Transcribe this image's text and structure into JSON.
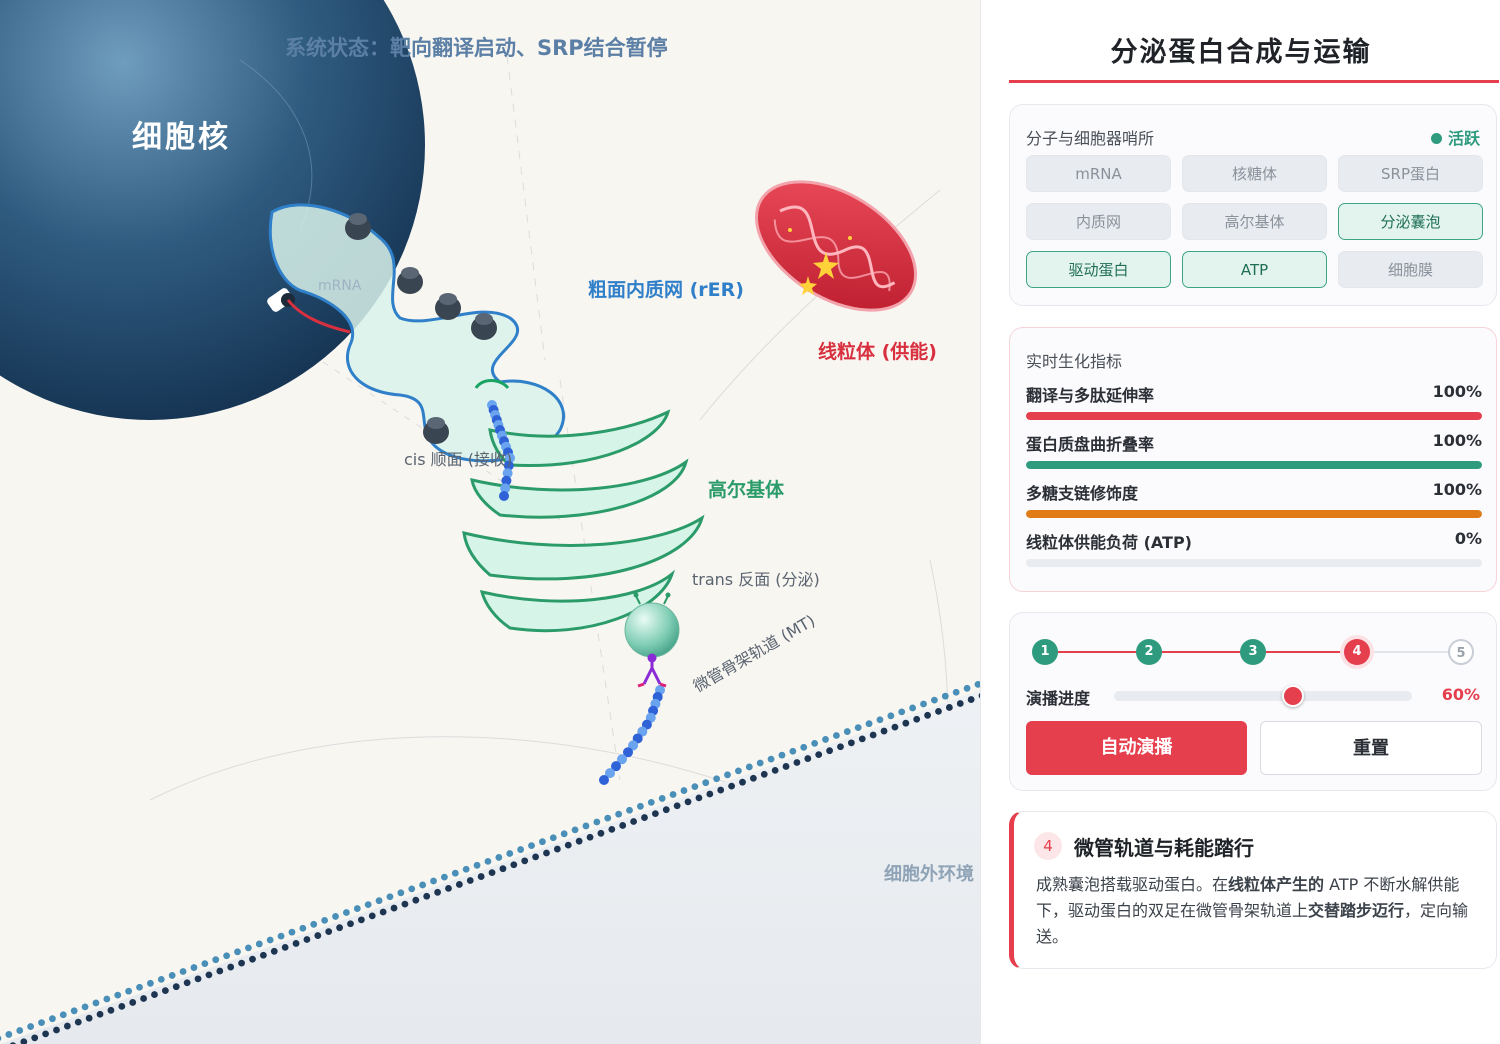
{
  "scene": {
    "system_status": "系统状态：靶向翻译启动、SRP结合暂停",
    "nucleus_label": "细胞核",
    "mrna_label": "mRNA",
    "rer_label": "粗面内质网 (rER)",
    "mito_label": "线粒体 (供能)",
    "golgi_label": "高尔基体",
    "cis_label": "cis 顺面 (接收)",
    "trans_label": "trans 反面 (分泌)",
    "mt_label": "微管骨架轨道 (MT)",
    "extracellular_label": "细胞外环境"
  },
  "panel": {
    "title": "分泌蛋白合成与运输",
    "sentinel": {
      "heading": "分子与细胞器哨所",
      "status": "活跃",
      "chips": [
        {
          "label": "mRNA",
          "active": false
        },
        {
          "label": "核糖体",
          "active": false
        },
        {
          "label": "SRP蛋白",
          "active": false
        },
        {
          "label": "内质网",
          "active": false
        },
        {
          "label": "高尔基体",
          "active": false
        },
        {
          "label": "分泌囊泡",
          "active": true
        },
        {
          "label": "驱动蛋白",
          "active": true
        },
        {
          "label": "ATP",
          "active": true
        },
        {
          "label": "细胞膜",
          "active": false
        }
      ]
    },
    "metrics": {
      "heading": "实时生化指标",
      "items": [
        {
          "name": "翻译与多肽延伸率",
          "value": "100%",
          "level": 1.0,
          "color": "#e53e4c"
        },
        {
          "name": "蛋白质盘曲折叠率",
          "value": "100%",
          "level": 1.0,
          "color": "#2e9b7e"
        },
        {
          "name": "多糖支链修饰度",
          "value": "100%",
          "level": 1.0,
          "color": "#e07b17"
        },
        {
          "name": "线粒体供能负荷 (ATP)",
          "value": "0%",
          "level": 0.0,
          "color": "#e53e4c"
        }
      ]
    },
    "playback": {
      "steps": [
        "1",
        "2",
        "3",
        "4",
        "5"
      ],
      "current_step": 4,
      "progress_label": "演播进度",
      "progress_value": "60%",
      "progress_level": 0.6,
      "auto_play": "自动演播",
      "reset": "重置"
    },
    "info": {
      "step_number": "4",
      "title": "微管轨道与耗能踏行",
      "text_1": "成熟囊泡搭载驱动蛋白。在",
      "bold_1": "线粒体产生的",
      "text_2": " ATP 不断水解供能下，驱动蛋白的双足在微管骨架轨道上",
      "bold_2": "交替踏步迈行",
      "text_3": "，定向输送。"
    }
  }
}
